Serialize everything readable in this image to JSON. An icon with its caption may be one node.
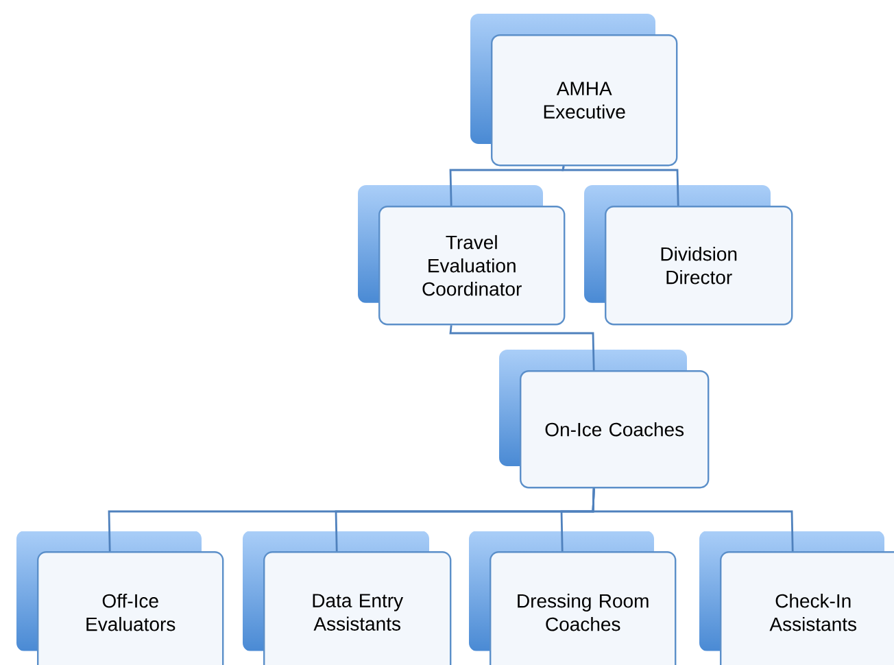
{
  "diagram": {
    "nodes": [
      {
        "text": [
          "AMHA Executive"
        ]
      },
      {
        "text": [
          "Travel Evaluation Coordinator"
        ]
      },
      {
        "text": [
          "Dividsion Director"
        ]
      },
      {
        "text": [
          "On-Ice Coaches"
        ]
      },
      {
        "text": [
          "Off-Ice Evaluators"
        ]
      },
      {
        "text": [
          "Data Entry Assistants"
        ]
      },
      {
        "text": [
          "Dressing Room Coaches"
        ]
      },
      {
        "text": [
          "Check-In Assistants"
        ]
      }
    ],
    "edges": [
      {
        "from": 0,
        "to": 1,
        "arrow": "none"
      },
      {
        "from": 0,
        "to": 2,
        "arrow": "none"
      },
      {
        "from": 1,
        "to": 3,
        "arrow": "none"
      },
      {
        "from": 3,
        "to": 4,
        "arrow": "none"
      },
      {
        "from": 3,
        "to": 5,
        "arrow": "none"
      },
      {
        "from": 3,
        "to": 6,
        "arrow": "none"
      },
      {
        "from": 3,
        "to": 7,
        "arrow": "none"
      }
    ]
  }
}
